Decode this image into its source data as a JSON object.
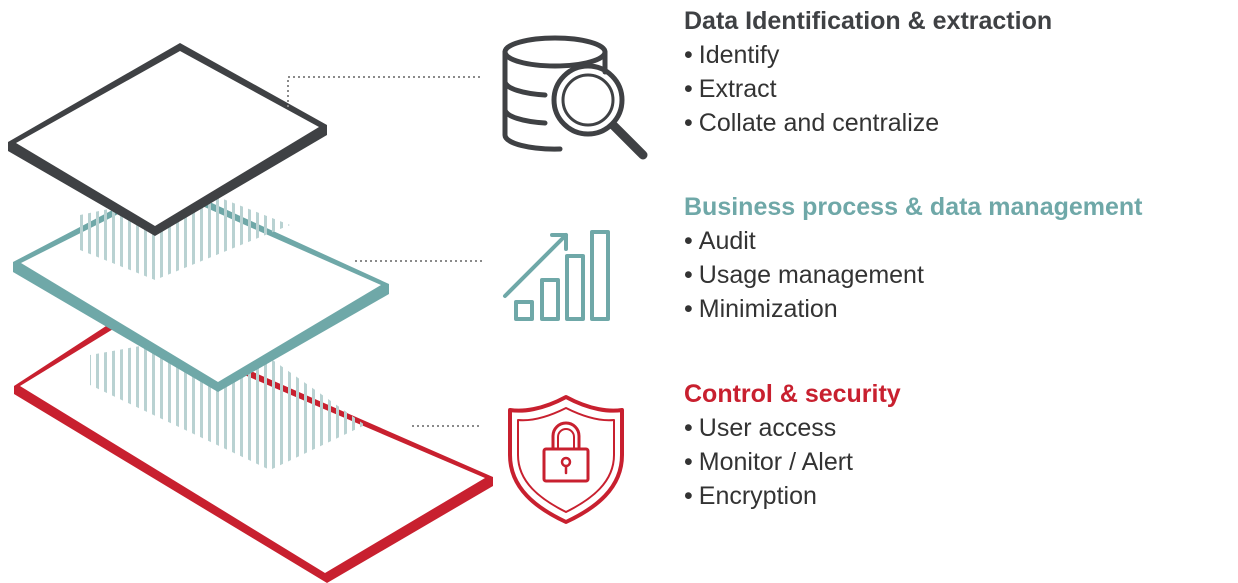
{
  "colors": {
    "dark": "#3f4144",
    "teal": "#6fa8a8",
    "red": "#c8202f",
    "text": "#333333",
    "dotted": "#8a8a8a"
  },
  "sections": [
    {
      "key": "data",
      "title": "Data Identification & extraction",
      "title_color": "#3f4144",
      "icon": "database-search-icon",
      "items": [
        "Identify",
        "Extract",
        "Collate and centralize"
      ]
    },
    {
      "key": "business",
      "title": "Business process & data management",
      "title_color": "#6fa8a8",
      "icon": "growth-chart-icon",
      "items": [
        "Audit",
        "Usage management",
        "Minimization"
      ]
    },
    {
      "key": "control",
      "title": "Control & security",
      "title_color": "#c8202f",
      "icon": "shield-lock-icon",
      "items": [
        "User access",
        "Monitor / Alert",
        "Encryption"
      ]
    }
  ]
}
